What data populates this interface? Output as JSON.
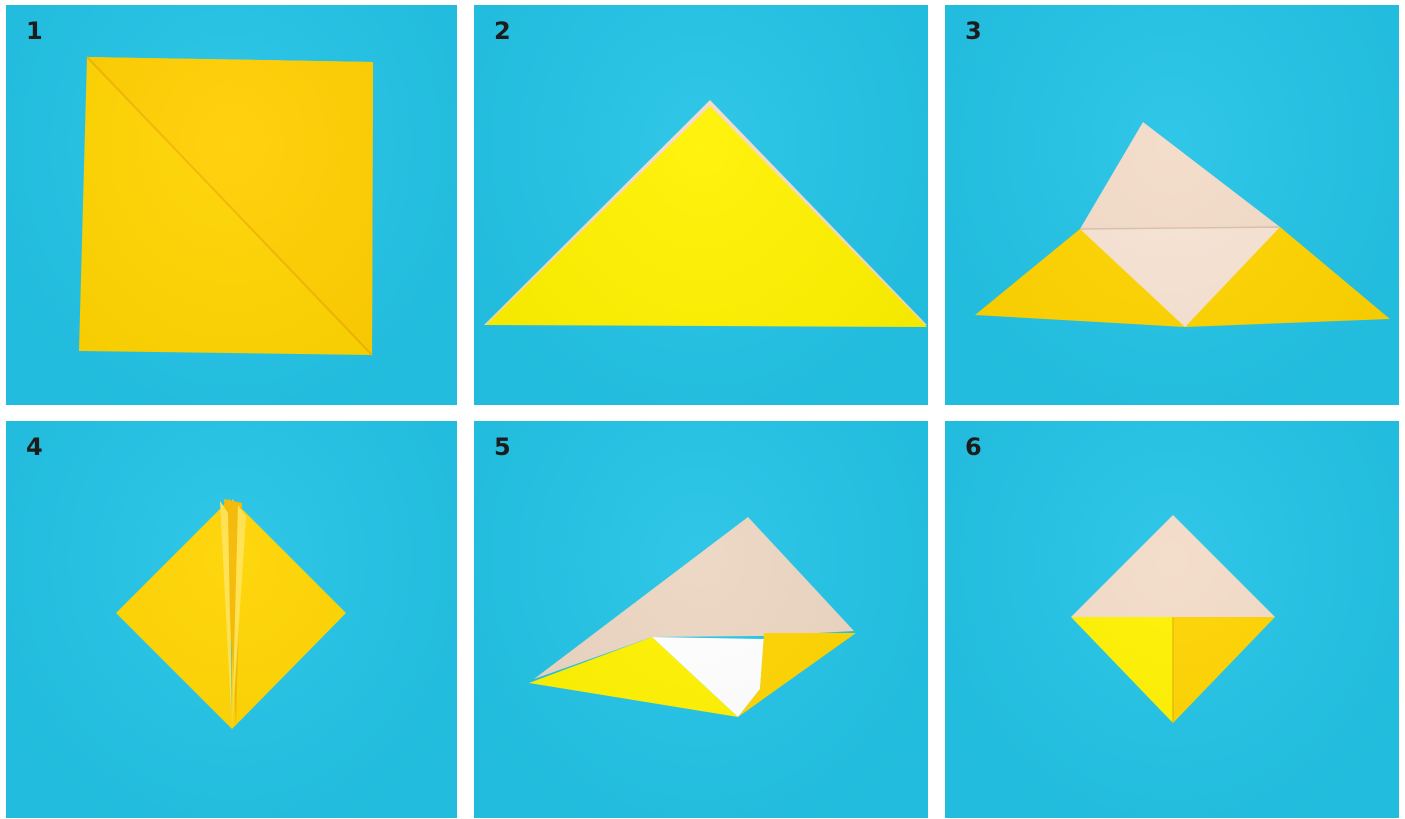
{
  "steps": [
    {
      "number": "1"
    },
    {
      "number": "2"
    },
    {
      "number": "3"
    },
    {
      "number": "4"
    },
    {
      "number": "5"
    },
    {
      "number": "6"
    }
  ],
  "colors": {
    "background": "#23c3e6",
    "paper_yellow": "#ffd400",
    "paper_back": "#f3dcc8",
    "number": "#1c1c1c"
  }
}
